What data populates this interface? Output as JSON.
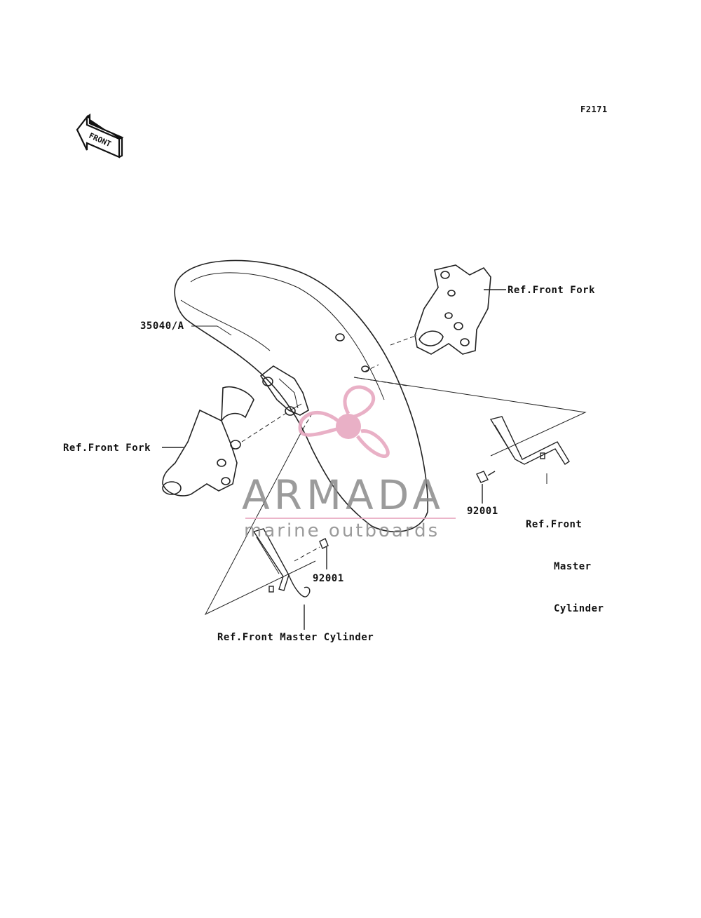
{
  "diagram": {
    "figure_code": "F2171",
    "front_arrow_label": "FRONT",
    "labels": {
      "fender_part": "35040/A",
      "front_fork_right": "Ref.Front Fork",
      "front_fork_left": "Ref.Front Fork",
      "bolt_right": "92001",
      "bolt_left": "92001",
      "master_cylinder_right_line1": "Ref.Front",
      "master_cylinder_right_line2": "Master",
      "master_cylinder_right_line3": "Cylinder",
      "master_cylinder_bottom": "Ref.Front Master Cylinder"
    }
  },
  "watermark": {
    "brand": "ARMADA",
    "tagline": "marine outboards",
    "accent_color": "#e7a8c0",
    "text_color": "#8a8a8a"
  }
}
